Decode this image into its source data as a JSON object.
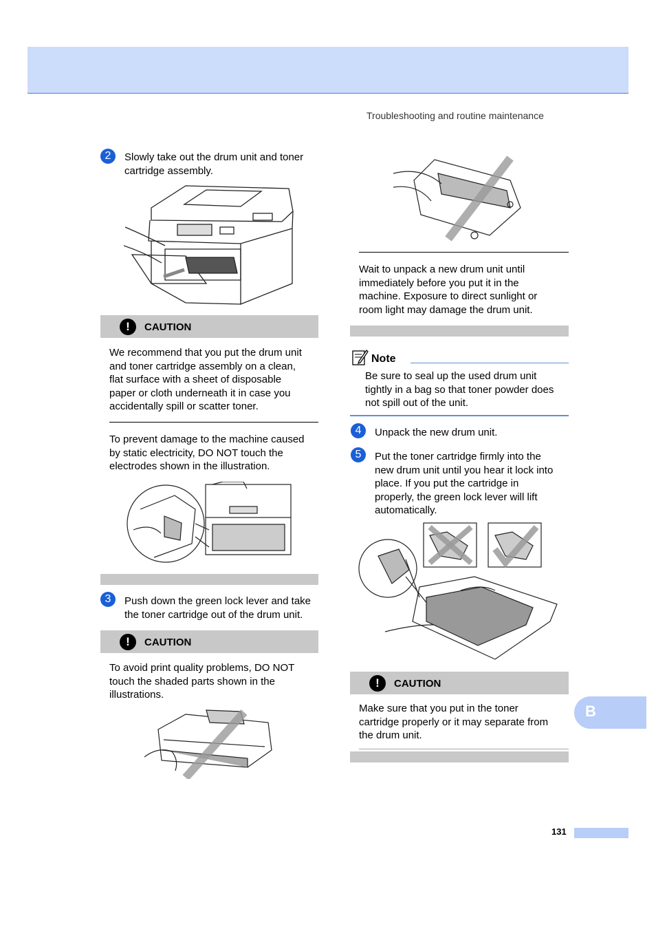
{
  "header": {
    "running_head": "Troubleshooting and routine maintenance"
  },
  "left": {
    "step2": {
      "number": "2",
      "text_line1": "Slowly take out the drum unit and toner",
      "text_line2": "cartridge assembly."
    },
    "caution1": {
      "label": "CAUTION",
      "para1": [
        "We recommend that you put the drum unit",
        "and toner cartridge assembly on a clean,",
        "flat surface with a sheet of disposable",
        "paper or cloth underneath it in case you",
        "accidentally spill or scatter toner."
      ],
      "para2": [
        "To prevent damage to the machine caused",
        "by static electricity, DO NOT touch the",
        "electrodes shown in the illustration."
      ]
    },
    "step3": {
      "number": "3",
      "text_line1": "Push down the green lock lever and take",
      "text_line2": "the toner cartridge out of the drum unit."
    },
    "caution2": {
      "label": "CAUTION",
      "para1": [
        "To avoid print quality problems, DO NOT",
        "touch the shaded parts shown in the",
        "illustrations."
      ]
    }
  },
  "right": {
    "caution_cont": {
      "para": [
        "Wait to unpack a new drum unit until",
        "immediately before you put it in the",
        "machine. Exposure to direct sunlight or",
        "room light may damage the drum unit."
      ]
    },
    "note": {
      "title": "Note",
      "para": [
        "Be sure to seal up the used drum unit",
        "tightly in a bag so that toner powder does",
        "not spill out of the unit."
      ]
    },
    "step4": {
      "number": "4",
      "text": "Unpack the new drum unit."
    },
    "step5": {
      "number": "5",
      "lines": [
        "Put the toner cartridge firmly into the",
        "new drum unit until you hear it lock into",
        "place. If you put the cartridge in",
        "properly, the green lock lever will lift",
        "automatically."
      ]
    },
    "caution3": {
      "label": "CAUTION",
      "para": [
        "Make sure that you put in the toner",
        "cartridge properly or it may separate from",
        "the drum unit."
      ]
    }
  },
  "side_tab": {
    "letter": "B"
  },
  "footer": {
    "page_number": "131"
  },
  "icons": {
    "step_badge": "circled-number",
    "caution": "exclamation-icon",
    "note": "note-pencil-icon"
  },
  "colors": {
    "header_band": "#ccdcfb",
    "step_badge": "#1a5fd6",
    "caution_bar": "#c8c8c8",
    "tab": "#b8cdf7"
  }
}
